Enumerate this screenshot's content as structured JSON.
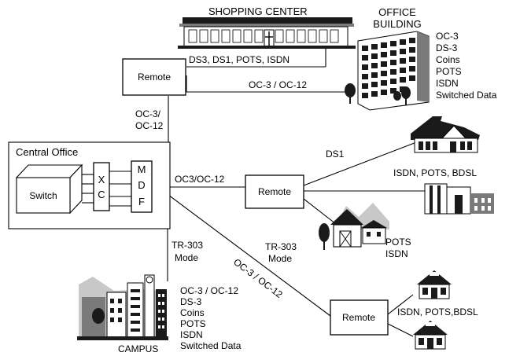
{
  "nodes": {
    "shopping_center": "SHOPPING CENTER",
    "office_building": [
      "OFFICE",
      "BUILDING"
    ],
    "remote_top": "Remote",
    "central_office": "Central Office",
    "switch": "Switch",
    "xc": [
      "X",
      "C"
    ],
    "mdf": [
      "M",
      "D",
      "F"
    ],
    "remote_mid": "Remote",
    "remote_bottom": "Remote",
    "campus": "CAMPUS"
  },
  "links": {
    "remote_to_shopping": "DS3, DS1, POTS, ISDN",
    "remote_to_office": "OC-3 / OC-12",
    "co_to_remote_top": [
      "OC-3/",
      "OC-12"
    ],
    "co_to_remote_mid": "OC3/OC-12",
    "co_to_campus_mode": [
      "TR-303",
      "Mode"
    ],
    "co_to_remote_bottom_mode": [
      "TR-303",
      "Mode"
    ],
    "co_to_remote_bottom": "OC-3 / OC-12",
    "remote_mid_to_house1": "DS1",
    "remote_mid_to_building": "ISDN, POTS, BDSL",
    "remote_mid_to_farm": [
      "POTS",
      "ISDN"
    ],
    "remote_bottom_to_houses": "ISDN, POTS,BDSL"
  },
  "services": {
    "office": [
      "OC-3",
      "DS-3",
      "Coins",
      "POTS",
      "ISDN",
      "Switched Data"
    ],
    "campus": [
      "OC-3 / OC-12",
      "DS-3",
      "Coins",
      "POTS",
      "ISDN",
      "Switched Data"
    ]
  }
}
